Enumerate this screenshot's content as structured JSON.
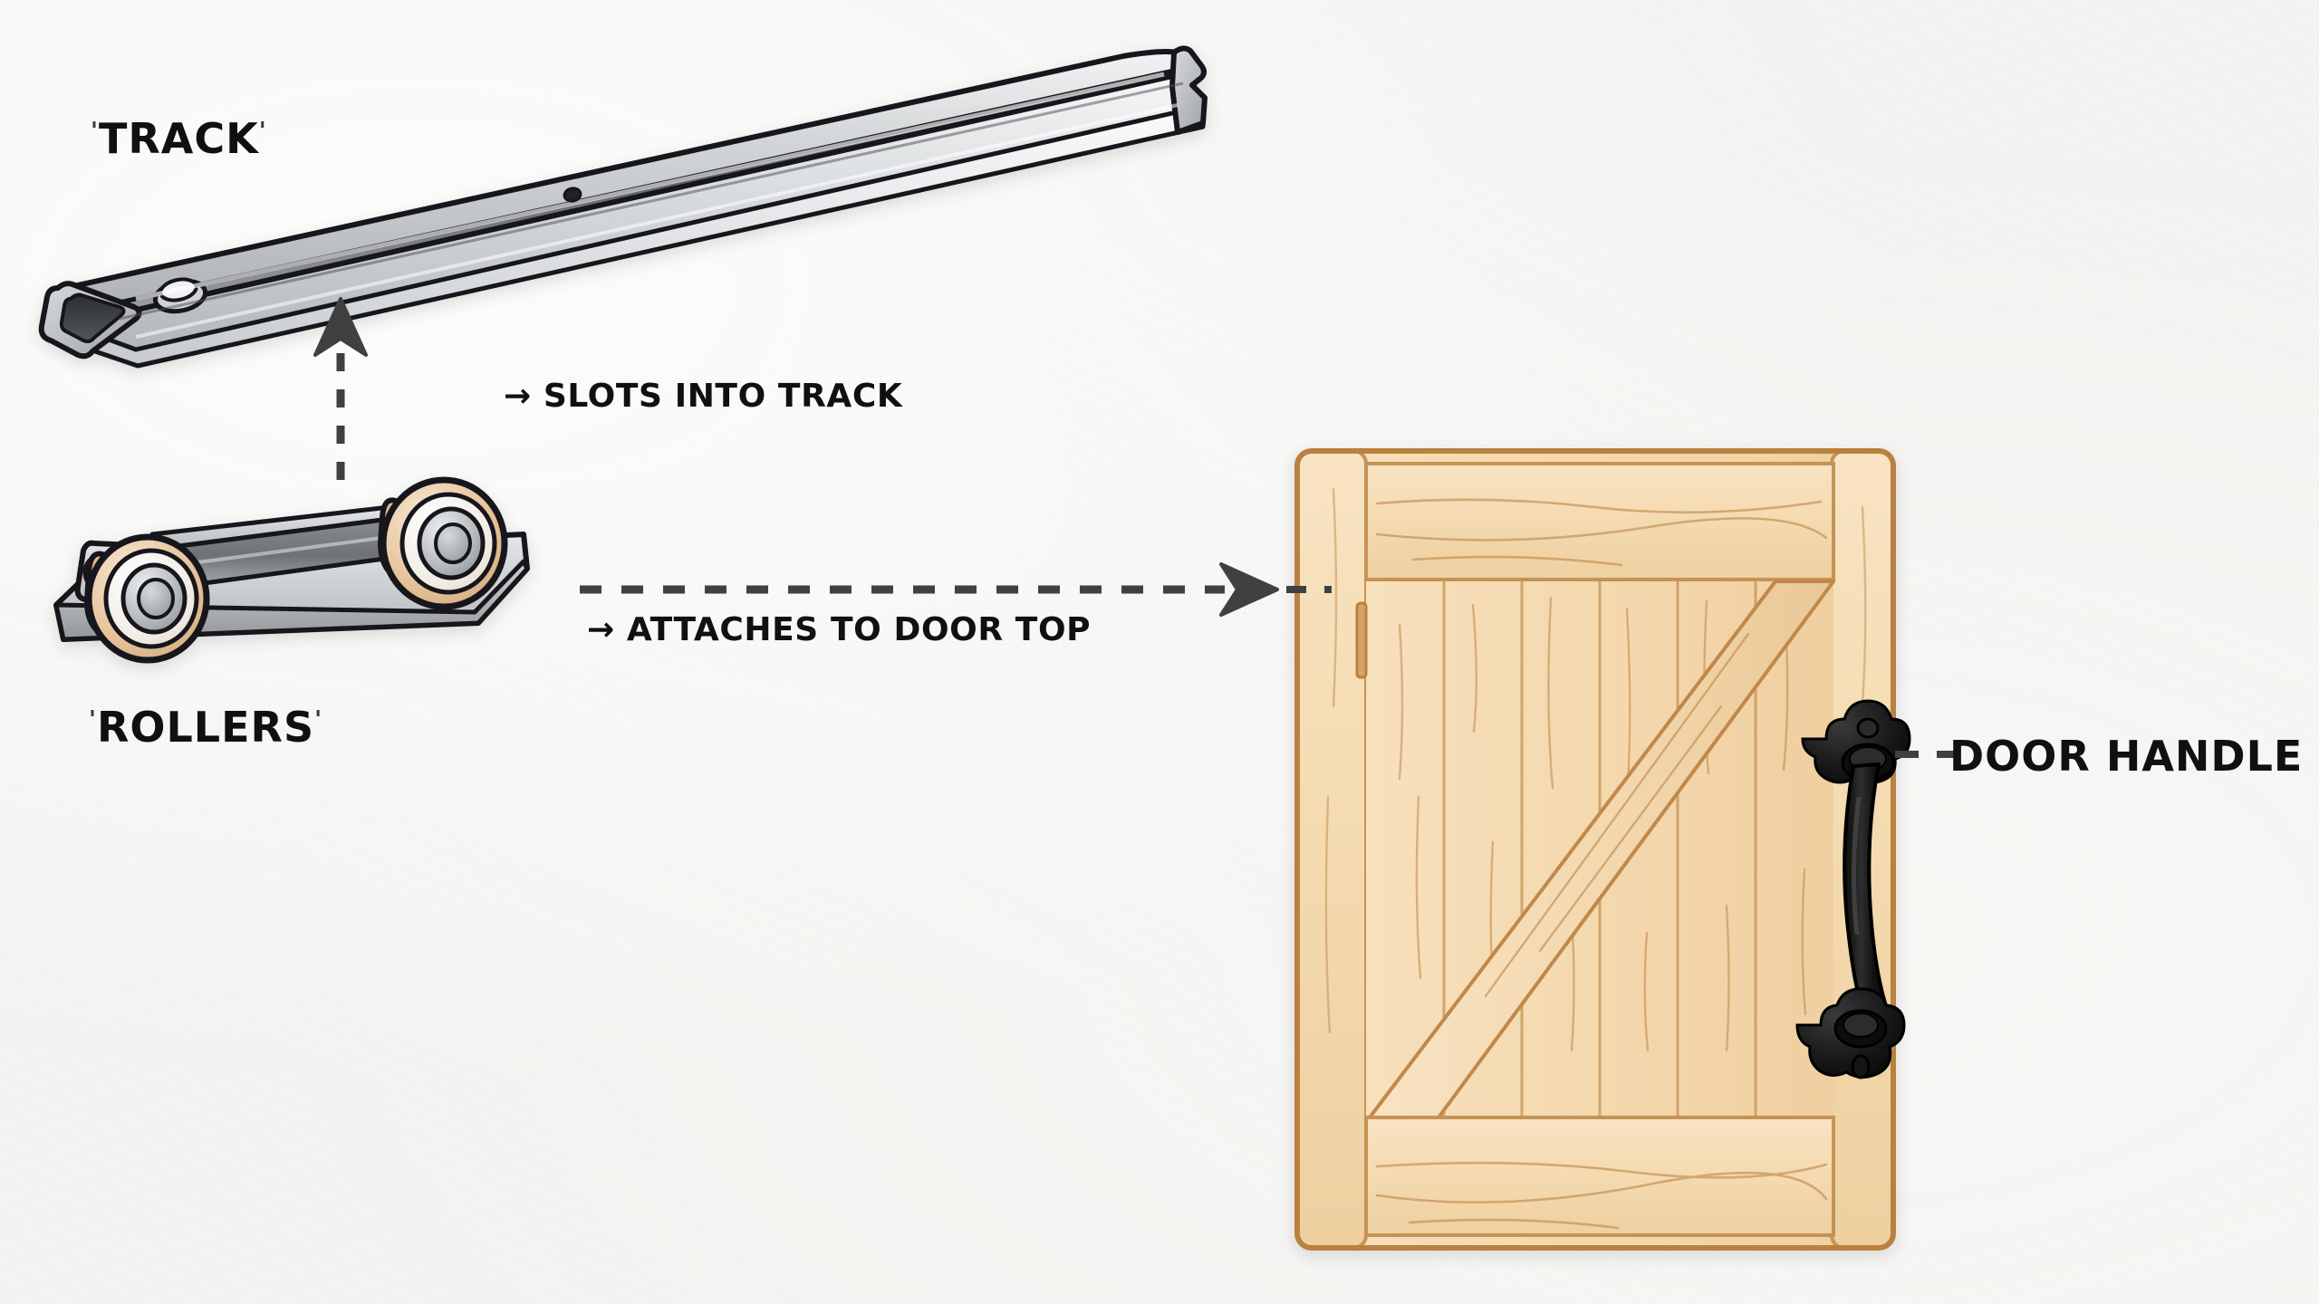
{
  "diagram": {
    "title_alt": "Sliding barn door hardware exploded diagram",
    "background_color": "#f5f4f2",
    "ink_color": "#1a1a1a",
    "dash_color": "#3f4042"
  },
  "labels": {
    "track": {
      "text": "TRACK",
      "tick_left": "'",
      "tick_right": "'"
    },
    "rollers": {
      "text": "ROLLERS",
      "tick_left": "'",
      "tick_right": "'"
    },
    "door_handle": {
      "text": "DOOR HANDLE"
    }
  },
  "annotations": [
    {
      "arrow_glyph": "→",
      "text": "SLOTS INTO TRACK"
    },
    {
      "arrow_glyph": "→",
      "text": "ATTACHES TO DOOR TOP"
    }
  ],
  "annotation_lines": {
    "slots_into_track": "→ SLOTS INTO TRACK",
    "attaches_to_door_top": "→ ATTACHES TO DOOR TOP"
  },
  "parts": {
    "track": {
      "name": "track",
      "material": "brushed steel",
      "colors": {
        "light": "#e9eaeb",
        "mid": "#b9bcbe",
        "dark": "#6f7376",
        "outline": "#17181a"
      },
      "features": [
        "hollow rectangular channel end",
        "mounting bolt head",
        "beveled right end"
      ]
    },
    "rollers": {
      "name": "rollers",
      "wheel_count": 2,
      "colors": {
        "tread": "#e7c39c",
        "tread_light": "#f6e4cd",
        "hub": "#b7bbbe",
        "plate": "#c9ccce",
        "outline": "#17181a"
      },
      "features": [
        "two nylon roller wheels",
        "steel mounting plate",
        "bracket lug"
      ]
    },
    "door": {
      "name": "barn door",
      "colors": {
        "plank": "#f5dcb4",
        "plank_alt": "#f1d4a6",
        "frame": "#eccb9c",
        "grain": "#c59355",
        "edge": "#b9813f"
      },
      "plank_count": 6,
      "features": [
        "top rail",
        "bottom rail",
        "left stile",
        "right stile",
        "diagonal Z brace",
        "vertical planks"
      ]
    },
    "handle": {
      "name": "door handle",
      "finish": "matte black wrought iron",
      "colors": {
        "body": "#161616",
        "highlight": "#3a3a3a",
        "shadow": "#000000"
      },
      "features": [
        "upper rosette plate",
        "lower rosette plate",
        "curved grip bar",
        "screw head"
      ]
    }
  }
}
